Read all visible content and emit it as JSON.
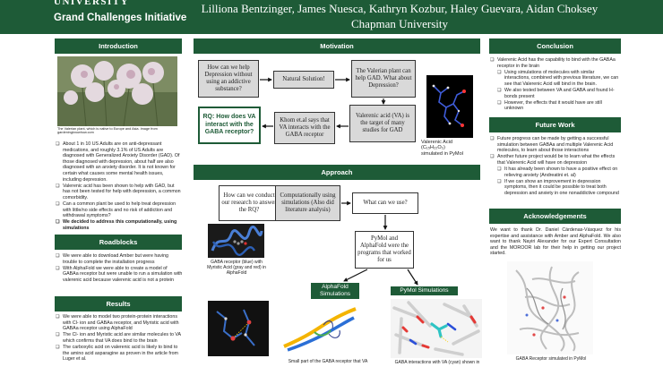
{
  "header": {
    "university": "UNIVERSITY",
    "initiative": "Grand Challenges Initiative",
    "authors": "Lilliona Bentzinger, James Nuesca, Kathryn Kozbur, Haley Guevara, Aidan Choksey",
    "school": "Chapman University"
  },
  "intro": {
    "title": "Introduction",
    "photo_caption": "The Valerian plant, which is native to Europe and Asia. Image from gardeningknowhow.com",
    "bullets": [
      "About 1 in 10 US Adults are on anti-depressant medications, and roughly 3.1% of US Adults are diagnosed with Generalized Anxiety Disorder (GAD). Of those diagnosed with depression, about half are also diagnosed with an anxiety disorder. It is not known for certain what causes some mental health issues, including depression.",
      "Valerenic acid has been shown to help with GAD, but has not been tested for help with depression, a common comorbidity.",
      "Can a common plant be used to help treat depression with little/no side effects and no risk of addiction and withdrawal symptoms?",
      "We decided to address this computationally, using simulations"
    ]
  },
  "roadblocks": {
    "title": "Roadblocks",
    "bullets": [
      "We were able to download Amber but were having trouble to complete the installation progress",
      "With AlphaFold we were able to create a model of GABAa receptor but were unable to run a simulation with valerenic acid because valerenic acid is not a protein"
    ]
  },
  "results": {
    "title": "Results",
    "bullets": [
      "We were able to model two protein-protein interactions with Cl- ion and GABAa receptor, and Myristic acid with GABAa receptor using AlphaFold",
      "The Cl- ion and Myristic acid are similar molecules to VA which confirms that VA does bind to the brain",
      "The carboxylic acid on valerenic acid is likely to bind to the amino acid asparagine as proven in the article from Luger et al."
    ]
  },
  "motivation": {
    "title": "Motivation",
    "q1": "How can we help Depression without using an addictive substance?",
    "solution": "Natural Solution!",
    "valerian": "The Valerian plant can help GAD. What about Depression?",
    "valerenic": "Valerenic acid (VA) is the target of many studies for GAD",
    "khom": "Khom et.al says that VA interacts with the GABA receptor",
    "rq": "RQ: How does VA interact with the GABA receptor?",
    "va_caption_line1": "Valerenic Acid",
    "va_formula": "(C₁₅H₂₂O₂)",
    "va_caption_line3": "simulated in PyMol"
  },
  "approach": {
    "title": "Approach",
    "q": "How can we conduct our research to answer the RQ?",
    "comp": "Computationally using simulations (Also did literature analysis)",
    "what": "What can we use?",
    "pymol_af": "PyMol and AlphaFold were the programs that worked for us",
    "alphafold": "AlphaFold Simulations",
    "pymol": "PyMol Simulations",
    "cap_receptor": "GABA receptor (blue) with Myristic Acid (gray and red) in AlphaFold",
    "cap_small": "Small part of the GABA receptor that VA",
    "cap_interact": "GABA interactions with VA (cyan) shown in"
  },
  "conclusion": {
    "title": "Conclusion",
    "items": [
      {
        "text": "Valerenic Acid has the capability to bind with the GABAa receptor in the brain",
        "sub": false
      },
      {
        "text": "Using simulations of molecules with similar interactions, combined with previous literature, we can see that Valerenic Acid will bind in the brain.",
        "sub": true
      },
      {
        "text": "We also tested between VA and GABA and found H-bonds present",
        "sub": true
      },
      {
        "text": "However, the effects that it would have are still unknown",
        "sub": true
      }
    ]
  },
  "future": {
    "title": "Future Work",
    "items": [
      {
        "text": "Future progress can be made by getting a successful simulation between GABAa and multiple Valerenic Acid molecules, to learn about those interactions",
        "sub": false
      },
      {
        "text": "Another future project would be to learn what the effects that Valerenic Acid will have on depression",
        "sub": false
      },
      {
        "text": "It has already been shown to have a positive effect on relieving anxiety (Andreatini et. al)",
        "sub": true
      },
      {
        "text": "If we can show an improvement in depression symptoms, then it could be possible to treat both depression and anxiety in one nonaddictive compound",
        "sub": true
      }
    ]
  },
  "ack": {
    "title": "Acknowledgements",
    "text": "We want to thank Dr. Daniel Cárdenas-Vásquez for his expertise and assistance with Amber and AlphaFold. We also want to thank Nayiri Alexander for our Expert Consultation and the MOROOR lab for their help in getting our project started.",
    "caption": "GABA Receptor simulated in PyMol"
  },
  "colors": {
    "primary": "#1e5b37",
    "box_gray": "#d9d9d9"
  }
}
